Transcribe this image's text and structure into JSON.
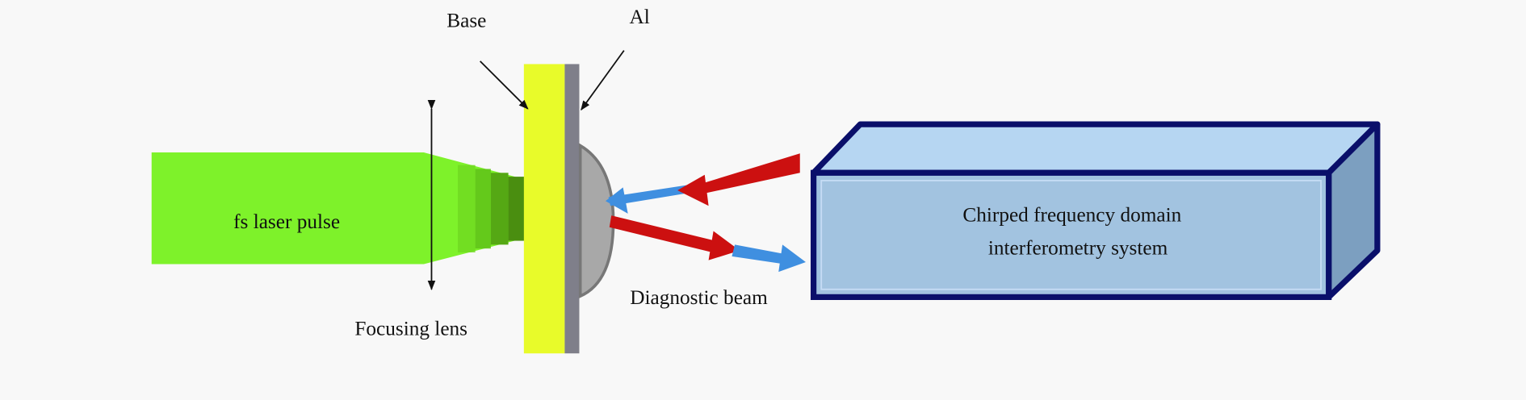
{
  "labels": {
    "base": "Base",
    "al": "Al",
    "laser": "fs laser pulse",
    "lens": "Focusing lens",
    "diagnostic": "Diagnostic beam",
    "system_line1": "Chirped frequency domain",
    "system_line2": "interferometry system"
  },
  "colors": {
    "beam": "#7ef22a",
    "base": "#e8fb2a",
    "al": "#7f7f8a",
    "plasma": "#a8a8a8",
    "red_beam": "#cc1010",
    "blue_beam": "#3f8fe0",
    "box_front": "#a2c3e0",
    "box_top": "#b6d6f2",
    "box_side": "#7c9fc0",
    "box_edge": "#0a0f6a"
  }
}
